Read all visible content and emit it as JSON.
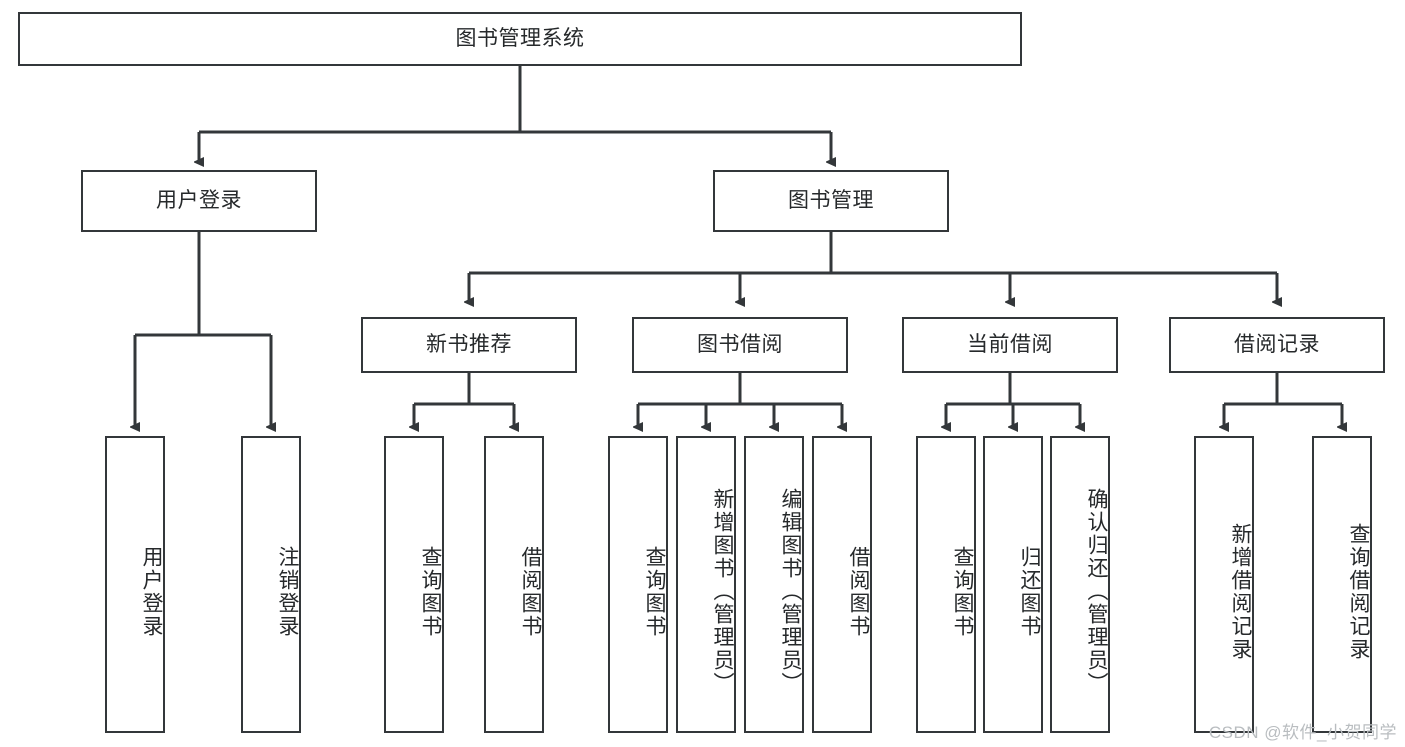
{
  "diagram": {
    "title": "图书管理系统",
    "type": "tree-hierarchy",
    "root": {
      "label": "图书管理系统"
    },
    "level2": [
      {
        "label": "用户登录"
      },
      {
        "label": "图书管理"
      }
    ],
    "level3": [
      {
        "label": "新书推荐"
      },
      {
        "label": "图书借阅"
      },
      {
        "label": "当前借阅"
      },
      {
        "label": "借阅记录"
      }
    ],
    "leaves": {
      "user_login": [
        {
          "label": "用户登录"
        },
        {
          "label": "注销登录"
        }
      ],
      "new_book_recommend": [
        {
          "label": "查询图书"
        },
        {
          "label": "借阅图书"
        }
      ],
      "book_borrow": [
        {
          "label": "查询图书"
        },
        {
          "label": "新增图书（管理员）"
        },
        {
          "label": "编辑图书（管理员）"
        },
        {
          "label": "借阅图书"
        }
      ],
      "current_borrow": [
        {
          "label": "查询图书"
        },
        {
          "label": "归还图书"
        },
        {
          "label": "确认归还（管理员）"
        }
      ],
      "borrow_record": [
        {
          "label": "新增借阅记录"
        },
        {
          "label": "查询借阅记录"
        }
      ]
    }
  },
  "watermark": {
    "text": "CSDN @软件_小贺同学"
  },
  "colors": {
    "stroke": "#33373a",
    "text": "#26292b",
    "background": "#ffffff",
    "watermark": "#b9bdc0"
  }
}
